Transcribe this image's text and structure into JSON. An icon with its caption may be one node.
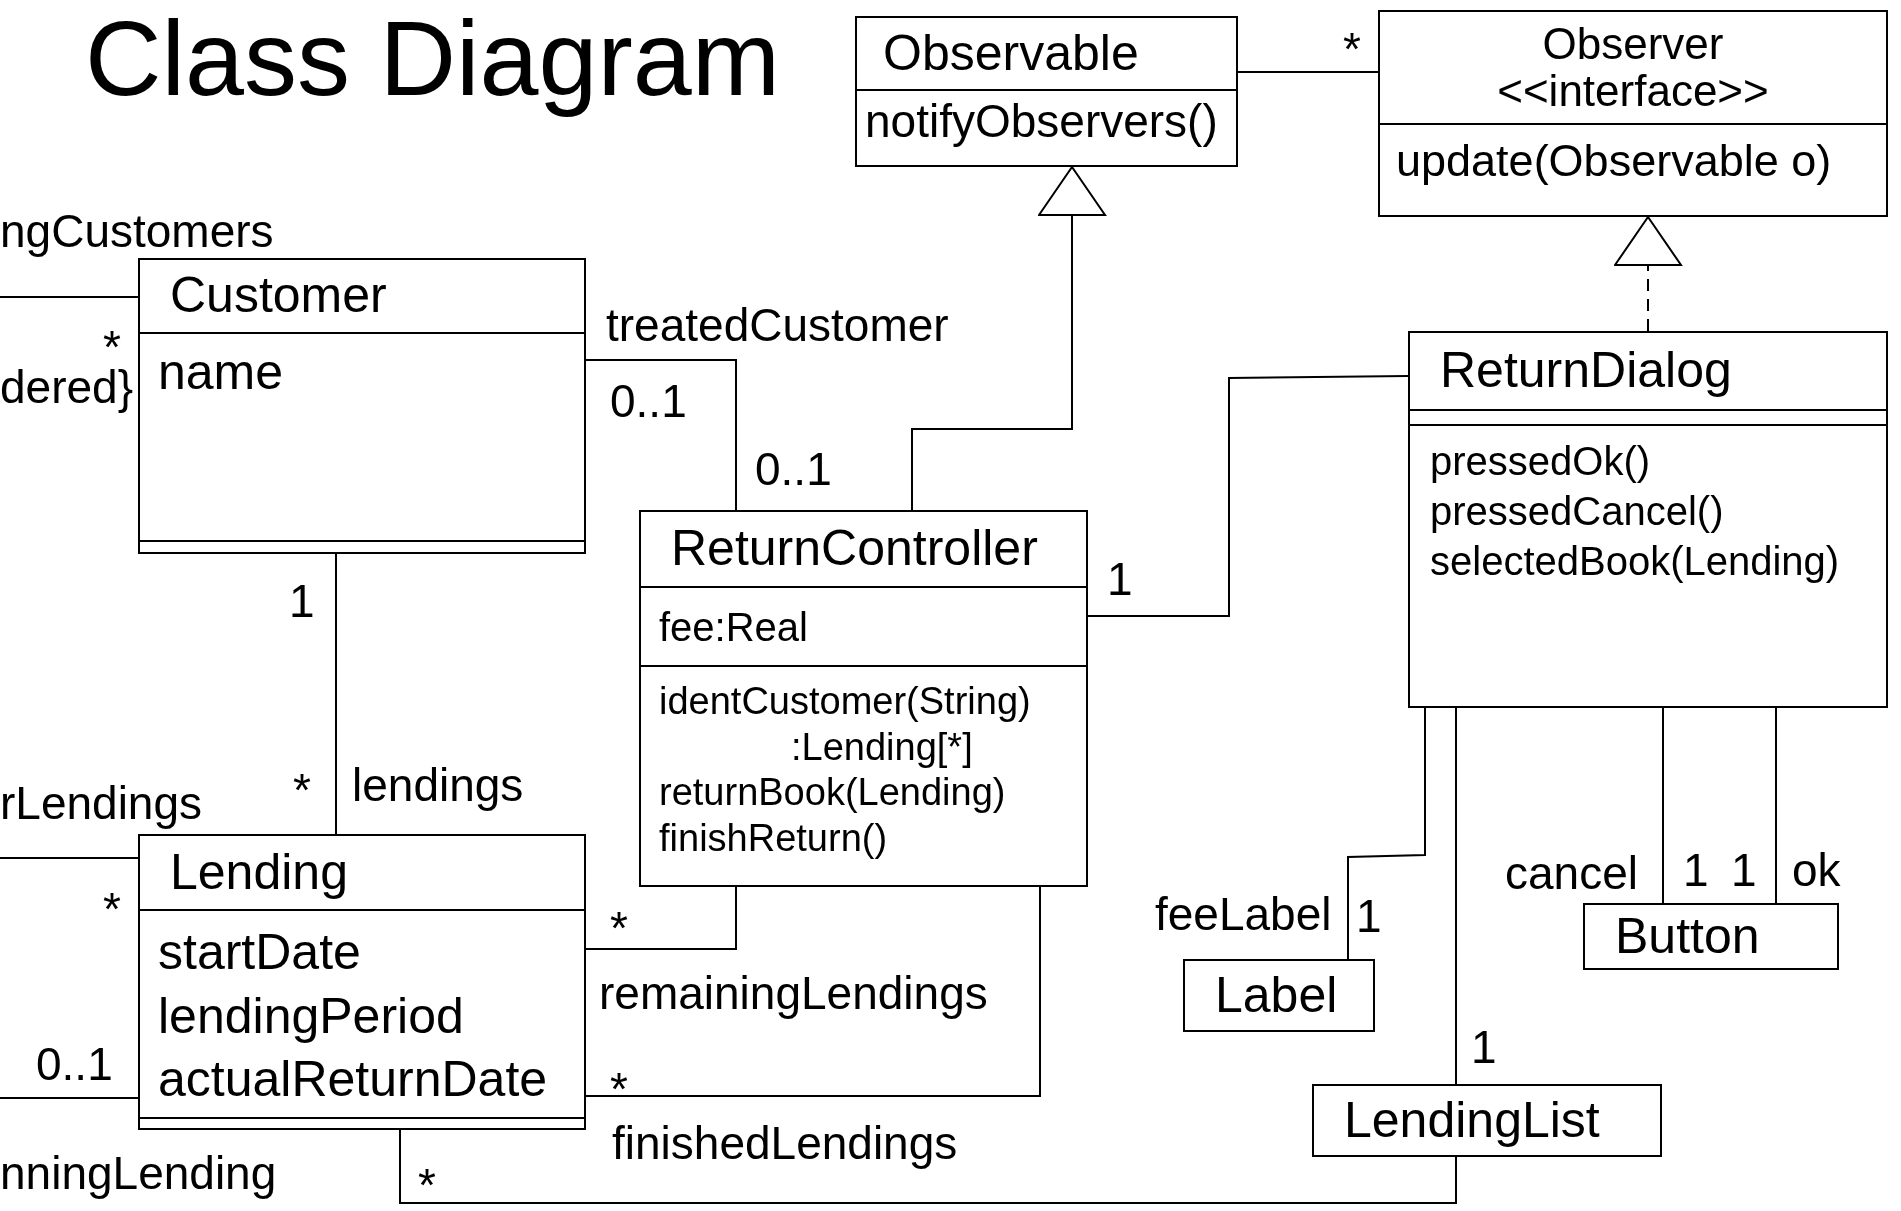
{
  "diagram": {
    "title": "Class Diagram",
    "nodes": [
      {
        "text": [
          "Observable",
          "notifyObservers()"
        ]
      },
      {
        "text": [
          "Observer",
          "<<interface>>",
          "update(Observable o)"
        ]
      },
      {
        "text": [
          "Customer",
          "name"
        ]
      },
      {
        "text": [
          "ReturnDialog",
          "pressedOk()",
          "pressedCancel()",
          "selectedBook(Lending)"
        ]
      },
      {
        "text": [
          "ReturnController",
          "fee:Real",
          "identCustomer(String) :Lending[*]",
          "returnBook(Lending)",
          "finishReturn()"
        ]
      },
      {
        "text": [
          "Lending",
          "startDate",
          "lendingPeriod",
          "actualReturnDate"
        ]
      },
      {
        "text": [
          "Button"
        ]
      },
      {
        "text": [
          "Label"
        ]
      },
      {
        "text": [
          "LendingList"
        ]
      }
    ],
    "edges": [
      {
        "from": 0,
        "to": 1,
        "arrow": "none"
      },
      {
        "from": 4,
        "to": 0,
        "arrow": "to"
      },
      {
        "from": 3,
        "to": 1,
        "arrow": "to",
        "style": "dashed"
      },
      {
        "from": 2,
        "to": 4,
        "arrow": "none"
      },
      {
        "from": 3,
        "to": 4,
        "arrow": "none"
      },
      {
        "from": 2,
        "to": 5,
        "arrow": "none"
      },
      {
        "from": 5,
        "to": 4,
        "arrow": "none"
      },
      {
        "from": 5,
        "to": 4,
        "arrow": "none"
      },
      {
        "from": 5,
        "to": 8,
        "arrow": "none"
      },
      {
        "from": 3,
        "to": 7,
        "arrow": "none"
      },
      {
        "from": 3,
        "to": 8,
        "arrow": "none"
      },
      {
        "from": 3,
        "to": 6,
        "arrow": "none"
      },
      {
        "from": 3,
        "to": 6,
        "arrow": "none"
      },
      {
        "from": null,
        "to": 2,
        "arrow": "none"
      },
      {
        "from": null,
        "to": 5,
        "arrow": "none"
      },
      {
        "from": null,
        "to": 5,
        "arrow": "none"
      }
    ],
    "labels": [
      "*",
      "treatedCustomer",
      "0..1",
      "0..1",
      "1",
      "1",
      "*",
      "lendings",
      "*",
      "remainingLendings",
      "*",
      "finishedLendings",
      "*",
      "feeLabel",
      "1",
      "cancel",
      "1",
      "1",
      "ok",
      "1",
      "ngCustomers",
      "*",
      "dered}",
      "rLendings",
      "*",
      "0..1",
      "nningLending"
    ]
  }
}
